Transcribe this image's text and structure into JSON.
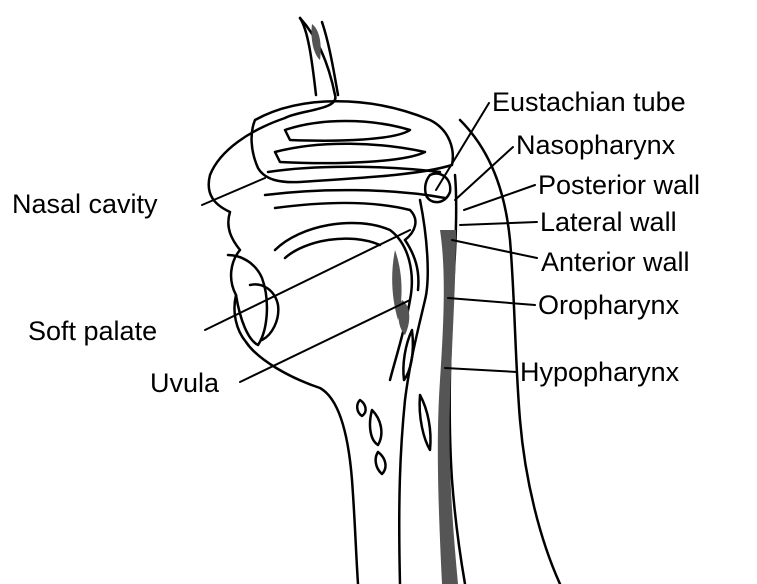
{
  "diagram": {
    "labels": {
      "eustachian_tube": "Eustachian tube",
      "nasopharynx": "Nasopharynx",
      "posterior_wall": "Posterior wall",
      "lateral_wall": "Lateral wall",
      "anterior_wall": "Anterior wall",
      "oropharynx": "Oropharynx",
      "hypopharynx": "Hypopharynx",
      "nasal_cavity": "Nasal cavity",
      "soft_palate": "Soft palate",
      "uvula": "Uvula"
    },
    "colors": {
      "ink": "#000000",
      "paper": "#ffffff",
      "tissue_shade": "#555555"
    }
  }
}
